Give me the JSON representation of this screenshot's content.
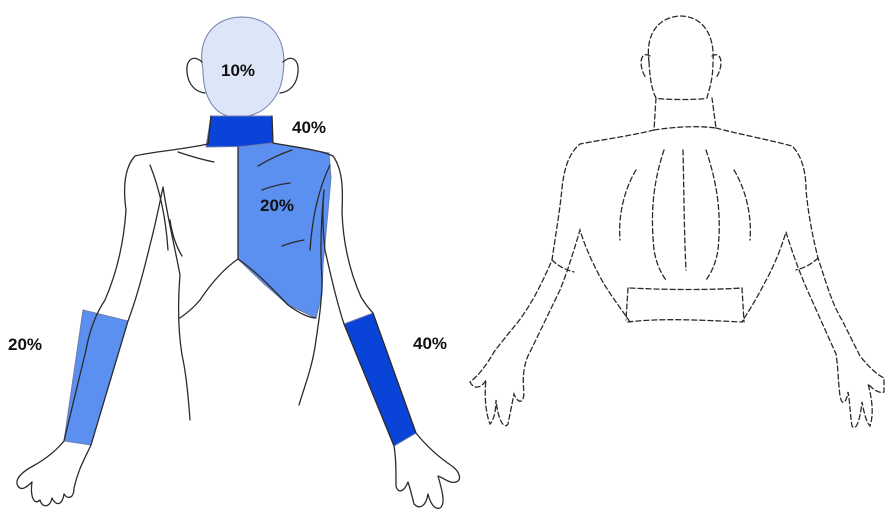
{
  "colors": {
    "light": "#dde5f8",
    "medium": "#5b8ff0",
    "dark": "#0a43d8",
    "outline": "#2b2b2b"
  },
  "front_view": {
    "head": {
      "label": "10%",
      "shade": "light"
    },
    "neck": {
      "label": "40%",
      "shade": "dark"
    },
    "left_chest": {
      "label": "20%",
      "shade": "medium"
    },
    "right_forearm": {
      "label": "20%",
      "shade": "medium"
    },
    "left_forearm": {
      "label": "40%",
      "shade": "dark"
    }
  },
  "back_view": {
    "shaded_regions": []
  }
}
